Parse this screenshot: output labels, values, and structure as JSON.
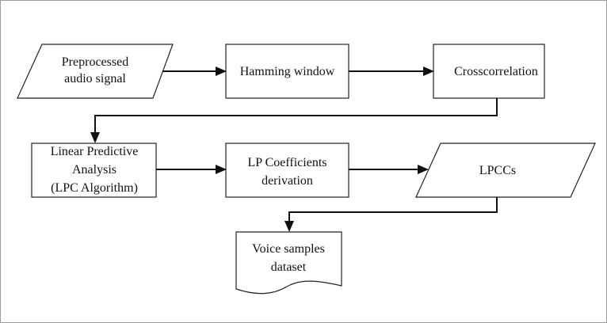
{
  "diagram": {
    "nodes": {
      "input": {
        "lines": [
          "Preprocessed",
          "audio signal"
        ],
        "shape": "parallelogram"
      },
      "hamming": {
        "lines": [
          "Hamming window"
        ],
        "shape": "rectangle"
      },
      "crosscorr": {
        "lines": [
          "Crosscorrelation"
        ],
        "shape": "rectangle"
      },
      "lpc": {
        "lines": [
          "Linear Predictive",
          "Analysis",
          "(LPC Algorithm)"
        ],
        "shape": "rectangle"
      },
      "lpcoef": {
        "lines": [
          "LP Coefficients",
          "derivation"
        ],
        "shape": "rectangle"
      },
      "lpccs": {
        "lines": [
          "LPCCs"
        ],
        "shape": "parallelogram"
      },
      "dataset": {
        "lines": [
          "Voice samples",
          "dataset"
        ],
        "shape": "document"
      }
    },
    "edges": [
      [
        "input",
        "hamming"
      ],
      [
        "hamming",
        "crosscorr"
      ],
      [
        "crosscorr",
        "lpc"
      ],
      [
        "lpc",
        "lpcoef"
      ],
      [
        "lpcoef",
        "lpccs"
      ],
      [
        "lpccs",
        "dataset"
      ]
    ]
  }
}
